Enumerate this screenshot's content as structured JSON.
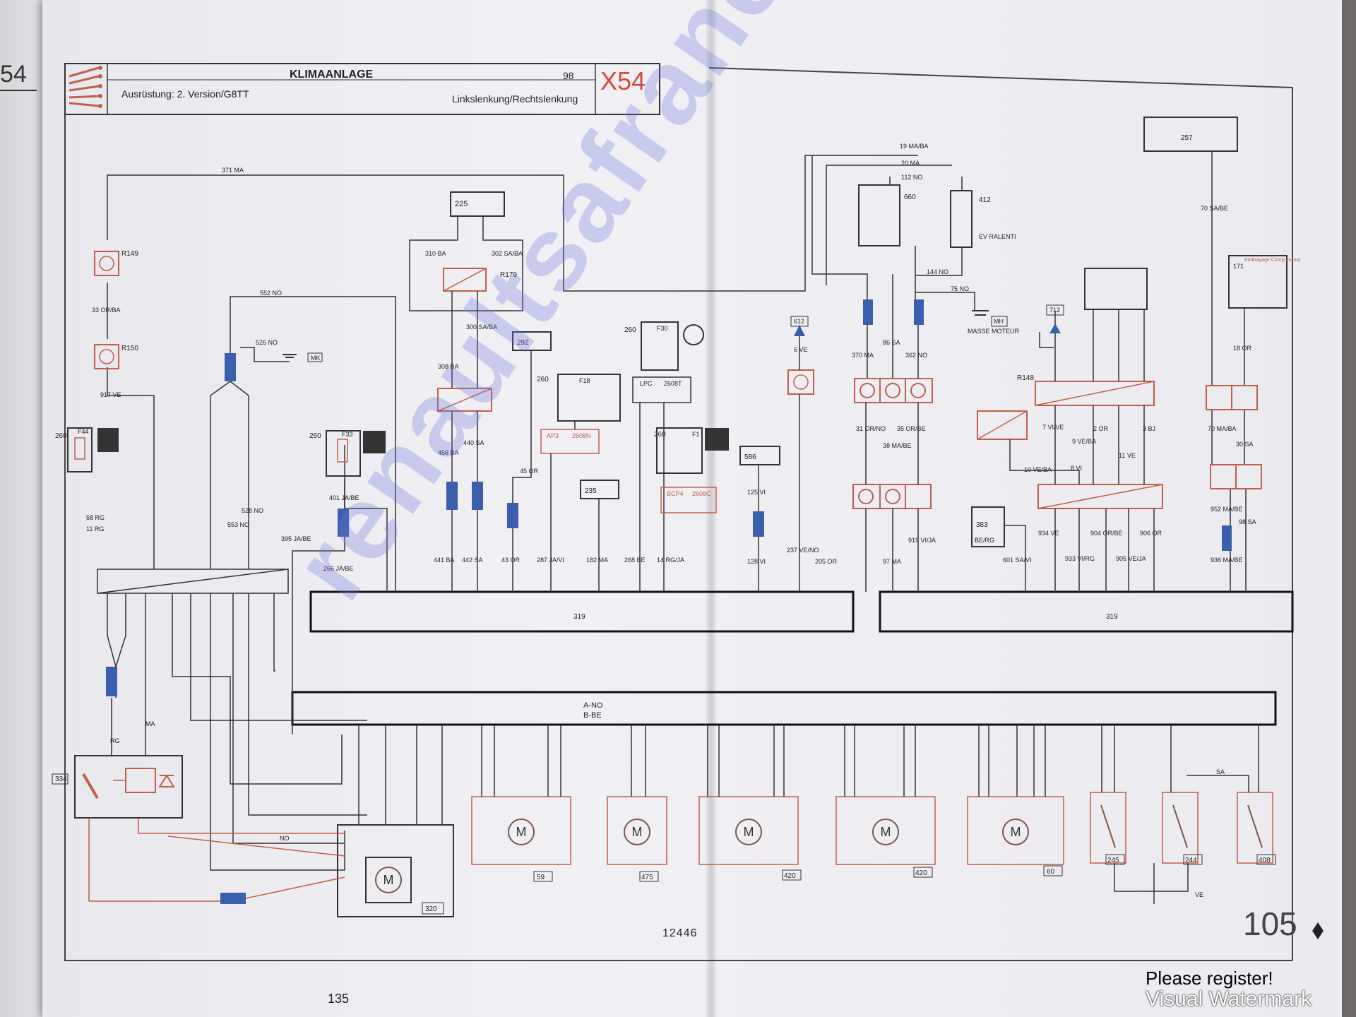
{
  "header": {
    "title": "KLIMAANLAGE",
    "subtitle": "Ausrüstung: 2. Version/G8TT",
    "sheet_no": "98",
    "steering": "Linkslenkung/Rechtslenkung",
    "code": "X54"
  },
  "left_page_fragment": "54",
  "footer": {
    "drawing_no": "12446",
    "page_left": "135",
    "page_right": "105"
  },
  "watermark": "renaultsafrane.nl",
  "notice": {
    "line1": "Please register!",
    "line2": "Visual Watermark"
  },
  "components": {
    "r149_top": "R149",
    "r150_top": "R150",
    "r179": "R179",
    "c225": "225",
    "c292": "292",
    "c260_f18": "260",
    "c260_f30": "260",
    "c260_f1": "260",
    "c260_f44": "260",
    "c260_f33": "260",
    "c235": "235",
    "c586": "586",
    "c612": "612",
    "c660": "660",
    "c412": "412",
    "c712": "712",
    "c171": "171",
    "c257": "257",
    "c383": "383",
    "c319a": "319",
    "c319b": "319",
    "c320": "320",
    "c334": "334",
    "c59": "59",
    "c475": "475",
    "c420a": "420",
    "c420b": "420",
    "c60": "60",
    "c245": "245",
    "c244": "244",
    "c408": "408",
    "f30": "F30",
    "f18": "F18",
    "f1": "F1",
    "f44": "F44",
    "f33": "F33",
    "ev_ralenti": "EV RALENTI",
    "masse_moteur": "MASSE MOTEUR",
    "mh": "MH",
    "mk": "MK",
    "embrayage": "Embrayage Compresseur",
    "be_rg": "BE/RG",
    "ap3": "AP3",
    "c2608n": "2608N",
    "lpc": "LPC",
    "c2608t": "2608T",
    "bcp4": "BCP4",
    "c2608c": "2608C",
    "r148": "R148"
  },
  "wires": {
    "w371": "371 MA",
    "w552": "552 NO",
    "w526": "526 NO",
    "w33": "33 OR/BA",
    "w917": "917 VE",
    "w310": "310 BA",
    "w302": "302 SA/BA",
    "w300": "300 SA/BA",
    "w308": "308 BA",
    "w456": "456 BA",
    "w440": "440 SA",
    "w441": "441 BA",
    "w442": "442 SA",
    "w45": "45 OR",
    "w43": "43 OR",
    "w287": "287 JA/VI",
    "w182": "182 MA",
    "w268": "268 BE",
    "w14": "14 RG/JA",
    "w125": "125 VI",
    "w128": "128 VI",
    "w6": "6 VE",
    "w237": "237 VE/NO",
    "w205": "205 OR",
    "w19": "19 MA/BA",
    "w20": "20 MA",
    "w112": "112 NO",
    "w144": "144 NO",
    "w75": "75 NO",
    "w370": "370 MA",
    "w86": "86 SA",
    "w362": "362 NO",
    "w31": "31 OR/NO",
    "w35": "35 OR/BE",
    "w38": "38 MA/BE",
    "w919": "919 VI/JA",
    "w97": "97 MA",
    "w70sa": "70 SA/BE",
    "w18": "18 OR",
    "w70ma": "70 MA/BA",
    "w30": "30 SA",
    "w952": "952 MA/BE",
    "w98": "98 SA",
    "w936": "936 MA/BE",
    "w7": "7 VI/VE",
    "w9": "9 VE/BA",
    "w10": "10 VE/BA",
    "w8": "8 VI",
    "w2": "2 OR",
    "w11": "11 VE",
    "w3": "3 BJ",
    "w934": "934 VE",
    "w933": "933 VI/RG",
    "w904": "904 OR/BE",
    "w905": "905 VE/JA",
    "w906": "906 OR",
    "w601": "601 SA/VI",
    "w58": "58 RG",
    "w11rg": "11 RG",
    "w553": "553 NO",
    "w528": "528 NO",
    "w401": "401 JA/BE",
    "w395": "395 JA/BE",
    "w266": "266 JA/BE",
    "w_rg": "RG",
    "w_ma": "MA",
    "w_no": "NO",
    "w_ve": "VE",
    "w_sa": "SA",
    "a_no": "A-NO",
    "b_be": "B-BE"
  }
}
